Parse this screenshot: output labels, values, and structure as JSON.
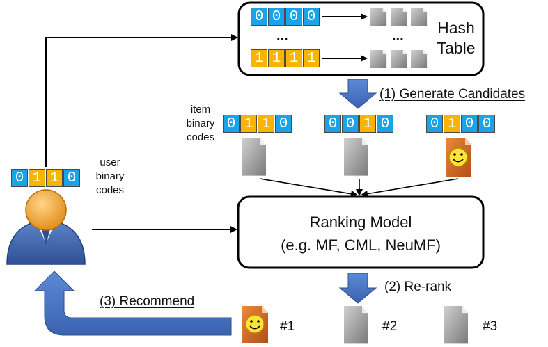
{
  "hash_table": {
    "label_line1": "Hash",
    "label_line2": "Table",
    "row_top_code": [
      "0",
      "0",
      "0",
      "0"
    ],
    "row_bottom_code": [
      "1",
      "1",
      "1",
      "1"
    ],
    "ellipsis_left": "...",
    "ellipsis_right": "..."
  },
  "steps": {
    "generate": "(1) Generate Candidates",
    "rerank": "(2) Re-rank",
    "recommend": "(3) Recommend"
  },
  "item_codes": {
    "label_line1": "item",
    "label_line2": "binary",
    "label_line3": "codes",
    "items": [
      {
        "code": [
          "0",
          "1",
          "1",
          "0"
        ],
        "icon": "gray-document-icon"
      },
      {
        "code": [
          "0",
          "0",
          "1",
          "0"
        ],
        "icon": "gray-document-icon"
      },
      {
        "code": [
          "0",
          "1",
          "0",
          "0"
        ],
        "icon": "smiley-document-icon"
      }
    ]
  },
  "user": {
    "code": [
      "0",
      "1",
      "1",
      "0"
    ],
    "label_line1": "user",
    "label_line2": "binary",
    "label_line3": "codes",
    "icon": "user-avatar-icon"
  },
  "ranking_model": {
    "line1": "Ranking Model",
    "line2": "(e.g. MF, CML, NeuMF)"
  },
  "ranked": [
    {
      "rank": "#1",
      "icon": "smiley-document-icon"
    },
    {
      "rank": "#2",
      "icon": "gray-document-icon"
    },
    {
      "rank": "#3",
      "icon": "gray-document-icon"
    }
  ],
  "colors": {
    "bit_zero": "#1aa3e8",
    "bit_one": "#f7b500",
    "arrow_blue": "#4472c4",
    "doc_gray": "#8c8c8c",
    "doc_orange": "#d9661f"
  }
}
